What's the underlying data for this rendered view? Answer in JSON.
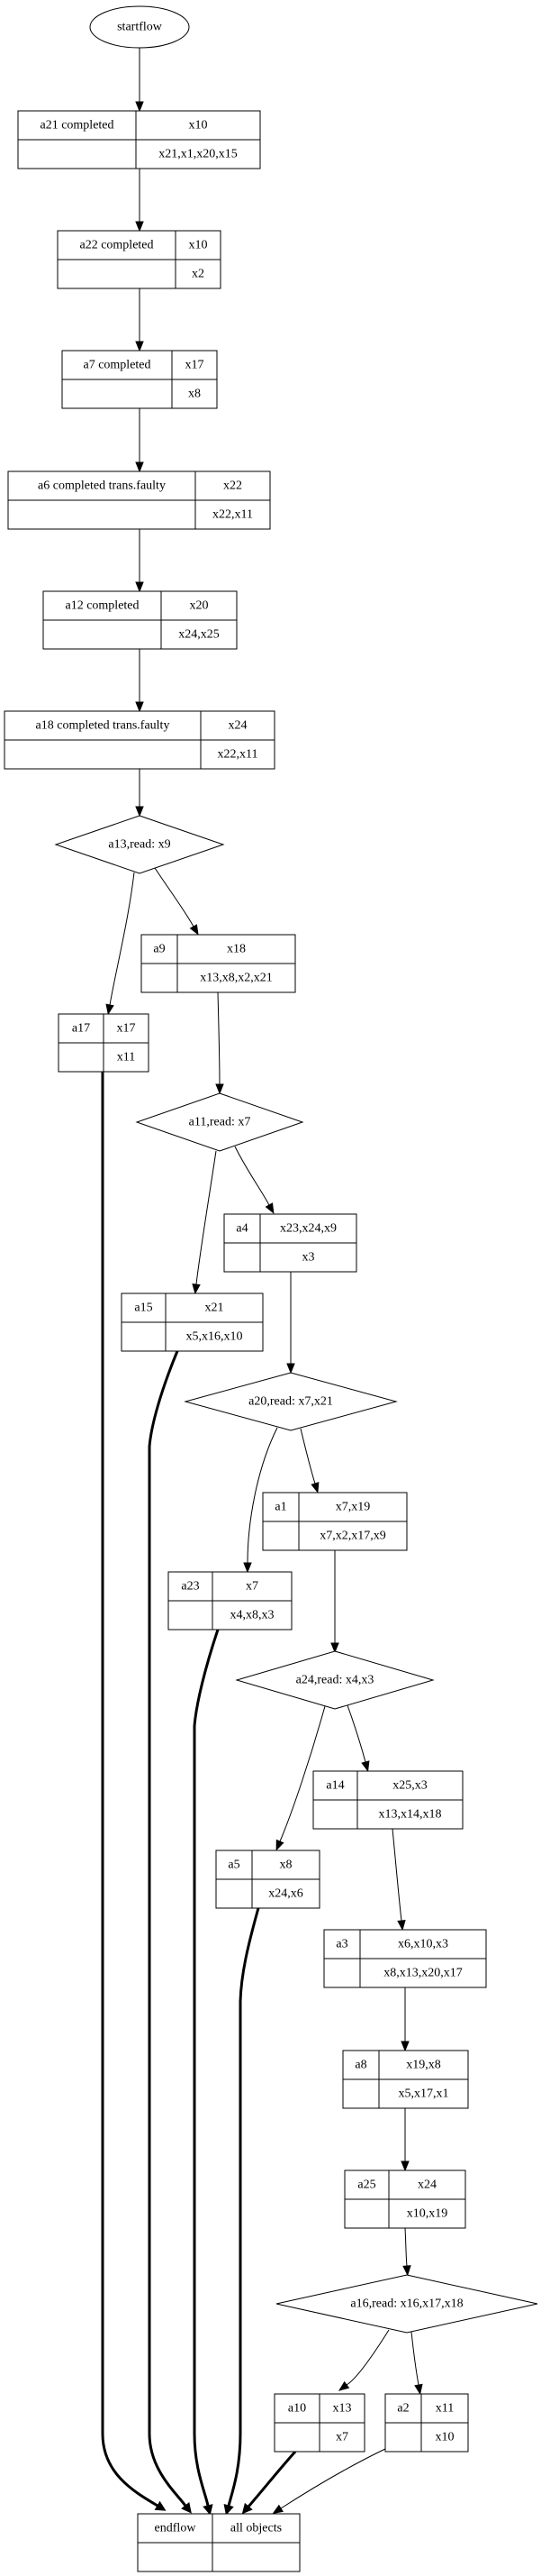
{
  "diagram": {
    "type": "workflow-graph",
    "start": {
      "id": "startflow",
      "label": "startflow",
      "shape": "ellipse"
    },
    "end": {
      "id": "endflow",
      "label": "endflow",
      "right_label": "all objects",
      "bottom_left": "",
      "bottom_right": ""
    },
    "colors": {
      "stroke": "#000000",
      "fill": "#ffffff",
      "text": "#000000"
    },
    "records": [
      {
        "id": "a21",
        "label": "a21 completed",
        "writes": "x10",
        "reads": "x21,x1,x20,x15"
      },
      {
        "id": "a22",
        "label": "a22 completed",
        "writes": "x10",
        "reads": "x2"
      },
      {
        "id": "a7",
        "label": "a7 completed",
        "writes": "x17",
        "reads": "x8"
      },
      {
        "id": "a6",
        "label": "a6 completed trans.faulty",
        "writes": "x22",
        "reads": "x22,x11"
      },
      {
        "id": "a12",
        "label": "a12 completed",
        "writes": "x20",
        "reads": "x24,x25"
      },
      {
        "id": "a18",
        "label": "a18 completed trans.faulty",
        "writes": "x24",
        "reads": "x22,x11"
      },
      {
        "id": "a9",
        "label": "a9",
        "writes": "x18",
        "reads": "x13,x8,x2,x21"
      },
      {
        "id": "a17",
        "label": "a17",
        "writes": "x17",
        "reads": "x11"
      },
      {
        "id": "a4",
        "label": "a4",
        "writes": "x23,x24,x9",
        "reads": "x3"
      },
      {
        "id": "a15",
        "label": "a15",
        "writes": "x21",
        "reads": "x5,x16,x10"
      },
      {
        "id": "a1",
        "label": "a1",
        "writes": "x7,x19",
        "reads": "x7,x2,x17,x9"
      },
      {
        "id": "a23",
        "label": "a23",
        "writes": "x7",
        "reads": "x4,x8,x3"
      },
      {
        "id": "a14",
        "label": "a14",
        "writes": "x25,x3",
        "reads": "x13,x14,x18"
      },
      {
        "id": "a5",
        "label": "a5",
        "writes": "x8",
        "reads": "x24,x6"
      },
      {
        "id": "a3",
        "label": "a3",
        "writes": "x6,x10,x3",
        "reads": "x8,x13,x20,x17"
      },
      {
        "id": "a8",
        "label": "a8",
        "writes": "x19,x8",
        "reads": "x5,x17,x1"
      },
      {
        "id": "a25",
        "label": "a25",
        "writes": "x24",
        "reads": "x10,x19"
      },
      {
        "id": "a10",
        "label": "a10",
        "writes": "x13",
        "reads": "x7"
      },
      {
        "id": "a2",
        "label": "a2",
        "writes": "x11",
        "reads": "x10"
      }
    ],
    "decisions": [
      {
        "id": "a13",
        "label": "a13,read: x9"
      },
      {
        "id": "a11",
        "label": "a11,read: x7"
      },
      {
        "id": "a20",
        "label": "a20,read: x7,x21"
      },
      {
        "id": "a24",
        "label": "a24,read: x4,x3"
      },
      {
        "id": "a16",
        "label": "a16,read: x16,x17,x18"
      }
    ],
    "edges": [
      {
        "from": "startflow",
        "to": "a21",
        "style": "normal"
      },
      {
        "from": "a21",
        "to": "a22",
        "style": "normal"
      },
      {
        "from": "a22",
        "to": "a7",
        "style": "normal"
      },
      {
        "from": "a7",
        "to": "a6",
        "style": "normal"
      },
      {
        "from": "a6",
        "to": "a12",
        "style": "normal"
      },
      {
        "from": "a12",
        "to": "a18",
        "style": "normal"
      },
      {
        "from": "a18",
        "to": "a13",
        "style": "normal"
      },
      {
        "from": "a13",
        "to": "a17",
        "style": "thin"
      },
      {
        "from": "a13",
        "to": "a9",
        "style": "thin"
      },
      {
        "from": "a9",
        "to": "a11",
        "style": "thin"
      },
      {
        "from": "a11",
        "to": "a15",
        "style": "thin"
      },
      {
        "from": "a11",
        "to": "a4",
        "style": "thin"
      },
      {
        "from": "a4",
        "to": "a20",
        "style": "normal"
      },
      {
        "from": "a20",
        "to": "a23",
        "style": "thin"
      },
      {
        "from": "a20",
        "to": "a1",
        "style": "thin"
      },
      {
        "from": "a1",
        "to": "a24",
        "style": "normal"
      },
      {
        "from": "a24",
        "to": "a5",
        "style": "thin"
      },
      {
        "from": "a24",
        "to": "a14",
        "style": "thin"
      },
      {
        "from": "a14",
        "to": "a3",
        "style": "thin"
      },
      {
        "from": "a3",
        "to": "a8",
        "style": "normal"
      },
      {
        "from": "a8",
        "to": "a25",
        "style": "normal"
      },
      {
        "from": "a25",
        "to": "a16",
        "style": "normal"
      },
      {
        "from": "a16",
        "to": "a10",
        "style": "thin"
      },
      {
        "from": "a16",
        "to": "a2",
        "style": "thin"
      },
      {
        "from": "a17",
        "to": "endflow",
        "style": "bold"
      },
      {
        "from": "a15",
        "to": "endflow",
        "style": "bold"
      },
      {
        "from": "a23",
        "to": "endflow",
        "style": "bold"
      },
      {
        "from": "a5",
        "to": "endflow",
        "style": "bold"
      },
      {
        "from": "a10",
        "to": "endflow",
        "style": "bold"
      },
      {
        "from": "a2",
        "to": "endflow",
        "style": "thin"
      }
    ]
  }
}
